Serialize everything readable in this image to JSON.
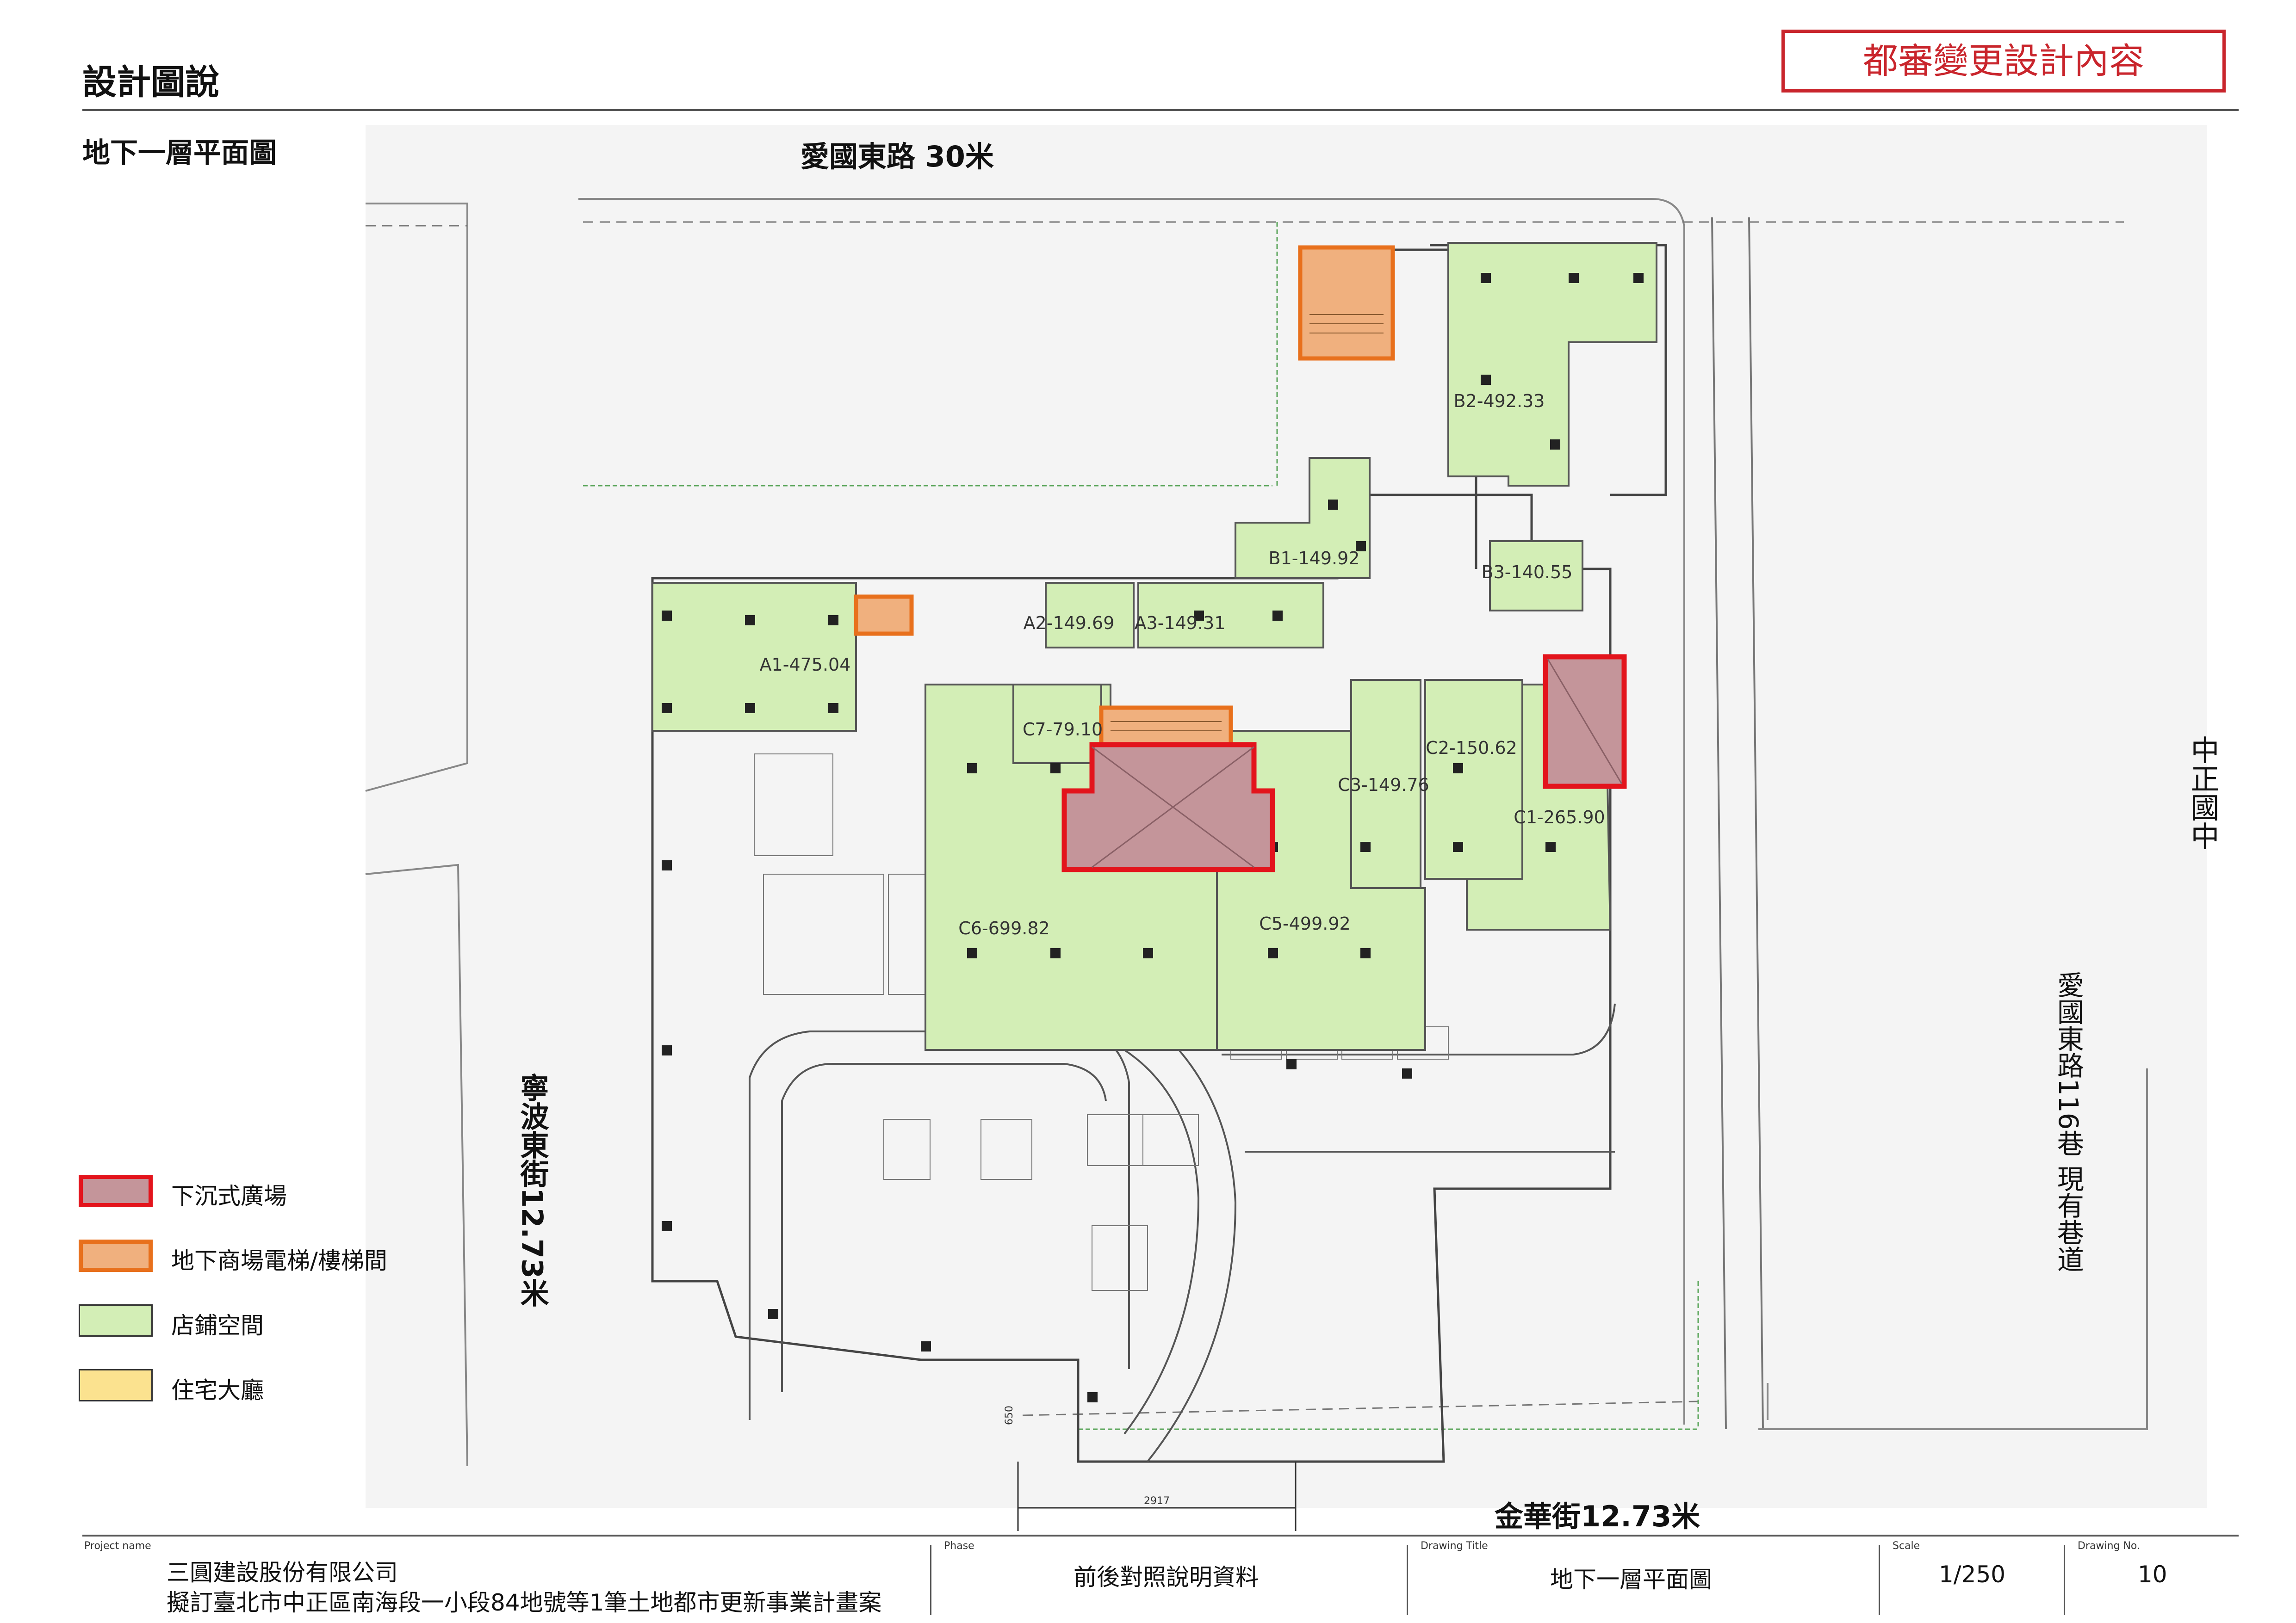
{
  "header": {
    "section_title": "設計圖說",
    "badge": "都審變更設計內容",
    "sub_title": "地下一層平面圖"
  },
  "colors": {
    "sunken_plaza_fill": "#c4959a",
    "sunken_plaza_border": "#e3141c",
    "stair_fill": "#f0b07e",
    "stair_border": "#e8701c",
    "shop_fill": "#d3eeb6",
    "lobby_fill": "#fbe28f",
    "badge_red": "#c9252c"
  },
  "streets": {
    "north": "愛國東路 30米",
    "west": "寧波東街12.73米",
    "south": "金華街12.73米",
    "east_lane": "愛國東路116巷 現有巷道",
    "east_school": "中正國中"
  },
  "shops": [
    {
      "id": "A1",
      "label": "A1-475.04"
    },
    {
      "id": "A2",
      "label": "A2-149.69"
    },
    {
      "id": "A3",
      "label": "A3-149.31"
    },
    {
      "id": "B1",
      "label": "B1-149.92"
    },
    {
      "id": "B2",
      "label": "B2-492.33"
    },
    {
      "id": "B3",
      "label": "B3-140.55"
    },
    {
      "id": "C1",
      "label": "C1-265.90"
    },
    {
      "id": "C2",
      "label": "C2-150.62"
    },
    {
      "id": "C3",
      "label": "C3-149.76"
    },
    {
      "id": "C5",
      "label": "C5-499.92"
    },
    {
      "id": "C6",
      "label": "C6-699.82"
    },
    {
      "id": "C7",
      "label": "C7-79.10"
    }
  ],
  "dimensions": {
    "horizontal": "2917",
    "vertical": "650"
  },
  "legend": [
    {
      "label": "下沉式廣場",
      "key": "sunken_plaza"
    },
    {
      "label": "地下商場電梯/樓梯間",
      "key": "stair"
    },
    {
      "label": "店鋪空間",
      "key": "shop"
    },
    {
      "label": "住宅大廳",
      "key": "lobby"
    }
  ],
  "title_block": {
    "project_name_caption": "Project name",
    "company": "三圓建設股份有限公司",
    "project": "擬訂臺北市中正區南海段一小段84地號等1筆土地都市更新事業計畫案",
    "phase_caption": "Phase",
    "phase": "前後對照說明資料",
    "drawing_title_caption": "Drawing Title",
    "drawing_title": "地下一層平面圖",
    "scale_caption": "Scale",
    "scale": "1/250",
    "drawing_no_caption": "Drawing No.",
    "drawing_no": "10"
  }
}
